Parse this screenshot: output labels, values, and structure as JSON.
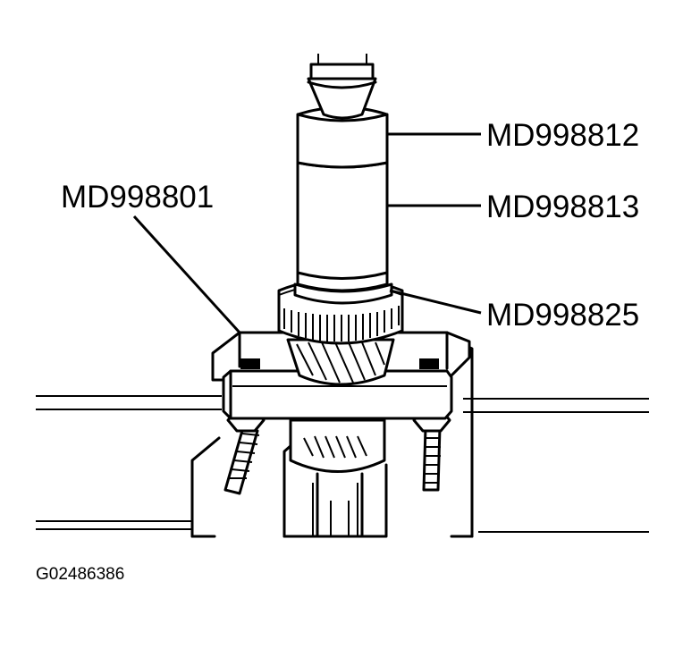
{
  "labels": {
    "tool_top": "MD998812",
    "tool_middle": "MD998813",
    "tool_bottom": "MD998825",
    "tool_left": "MD998801"
  },
  "figure_id": "G02486386",
  "colors": {
    "ink": "#000000",
    "paper": "#ffffff"
  }
}
